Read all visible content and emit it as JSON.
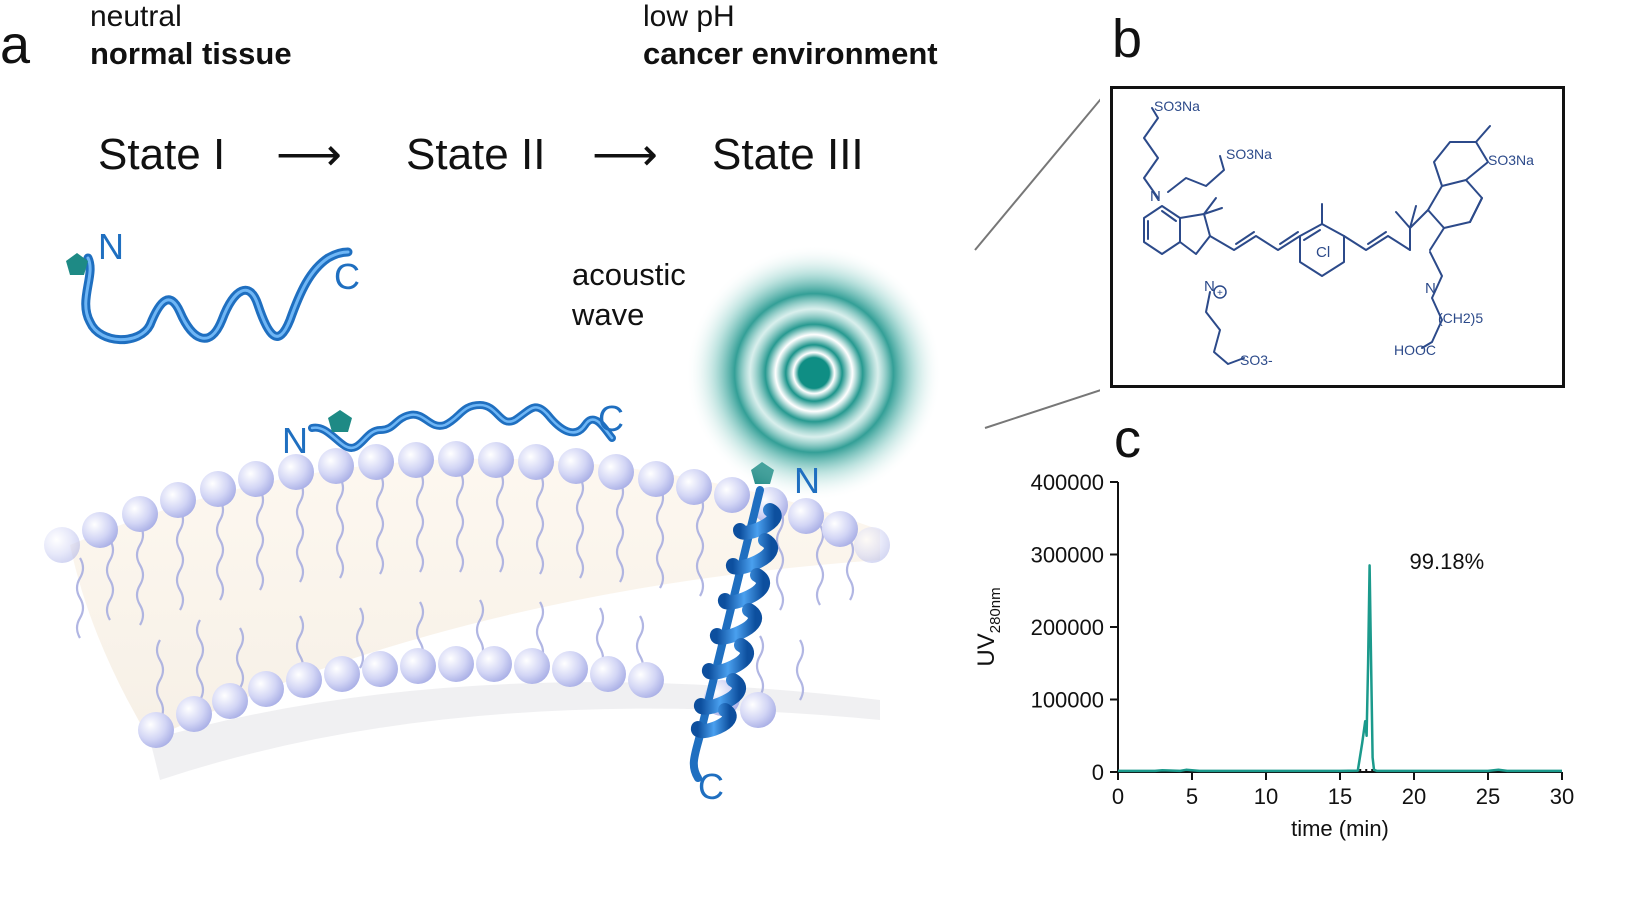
{
  "panel_a": {
    "letter": "a",
    "left_condition": {
      "line1": "neutral",
      "line2": "normal tissue"
    },
    "right_condition": {
      "line1": "low pH",
      "line2": "cancer environment"
    },
    "states": [
      "State I",
      "State II",
      "State III"
    ],
    "arrow_glyph": "⟶",
    "acoustic_label": [
      "acoustic",
      "wave"
    ],
    "termini": {
      "n": "N",
      "c": "C"
    },
    "colors": {
      "peptide": "#1f6fc0",
      "label_tag": "#1e8a85",
      "lipid_head": "#c8cdf2",
      "wave": "#0f8e84"
    }
  },
  "panel_b": {
    "letter": "b",
    "labels": {
      "so3na_1": "SO3Na",
      "so3na_2": "SO3Na",
      "so3na_3": "SO3Na",
      "so3_minus": "SO3-",
      "n_amine": "N",
      "n_plus": "N",
      "n_right": "N",
      "cl": "Cl",
      "ch2_5": "(CH2)5",
      "hooc": "HOOC"
    },
    "structure_color": "#2c4a8a"
  },
  "panel_c": {
    "letter": "c",
    "annotation": "99.18%",
    "ylabel_main": "UV",
    "ylabel_sub": "280nm",
    "xlabel": "time (min)",
    "line_color": "#1b9a8c"
  },
  "chart_data": {
    "type": "line",
    "xlabel": "time (min)",
    "ylabel": "UV280nm",
    "xlim": [
      0,
      30
    ],
    "ylim": [
      0,
      400000
    ],
    "xticks": [
      0,
      5,
      10,
      15,
      20,
      25,
      30
    ],
    "yticks": [
      0,
      100000,
      200000,
      300000,
      400000
    ],
    "grid": false,
    "series": [
      {
        "x": [
          0,
          2.5,
          3.0,
          4.2,
          4.6,
          5.5,
          10,
          15,
          16.2,
          16.5,
          16.7,
          16.8,
          16.9,
          17.0,
          17.1,
          17.2,
          17.3,
          17.5,
          17.8,
          20,
          25,
          25.7,
          26.3,
          30
        ],
        "y": [
          1500,
          1500,
          2500,
          1500,
          3000,
          1500,
          1500,
          1500,
          2000,
          40000,
          70000,
          50000,
          150000,
          285000,
          150000,
          20000,
          3000,
          1500,
          1500,
          1500,
          1500,
          3000,
          1500,
          1500
        ]
      }
    ],
    "annotations": [
      "99.18%"
    ]
  }
}
